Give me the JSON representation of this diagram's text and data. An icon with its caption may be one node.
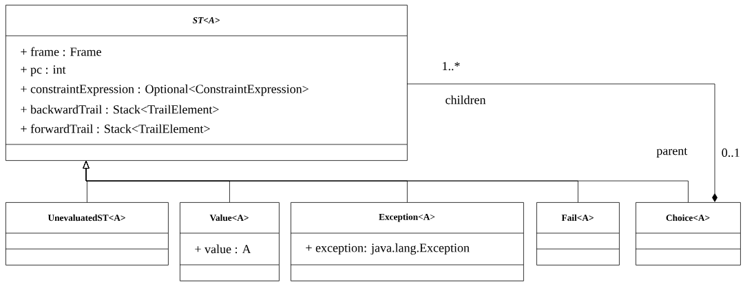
{
  "diagram": {
    "nodes": [
      {
        "text": [
          "ST<A>",
          "+ frame : Frame",
          "+ pc : int",
          "+ constraintExpression : Optional<ConstraintExpression>",
          "+ backwardTrail : Stack<TrailElement>",
          "+ forwardTrail : Stack<TrailElement>"
        ]
      },
      {
        "text": [
          "UnevaluatedST<A>"
        ]
      },
      {
        "text": [
          "Value<A>",
          "+ value : A"
        ]
      },
      {
        "text": [
          "Exception<A>",
          "+ exception: java.lang.Exception"
        ]
      },
      {
        "text": [
          "Fail<A>"
        ]
      },
      {
        "text": [
          "Choice<A>"
        ]
      }
    ],
    "edges": [
      {
        "from": 1,
        "to": 0,
        "arrow": "to"
      },
      {
        "from": 2,
        "to": 0,
        "arrow": "to"
      },
      {
        "from": 3,
        "to": 0,
        "arrow": "to"
      },
      {
        "from": 4,
        "to": 0,
        "arrow": "to"
      },
      {
        "from": 5,
        "to": 0,
        "arrow": "to"
      },
      {
        "from": 5,
        "to": 0,
        "arrow": "other"
      }
    ],
    "labels": [
      "1..*",
      "children",
      "parent",
      "0..1"
    ]
  }
}
